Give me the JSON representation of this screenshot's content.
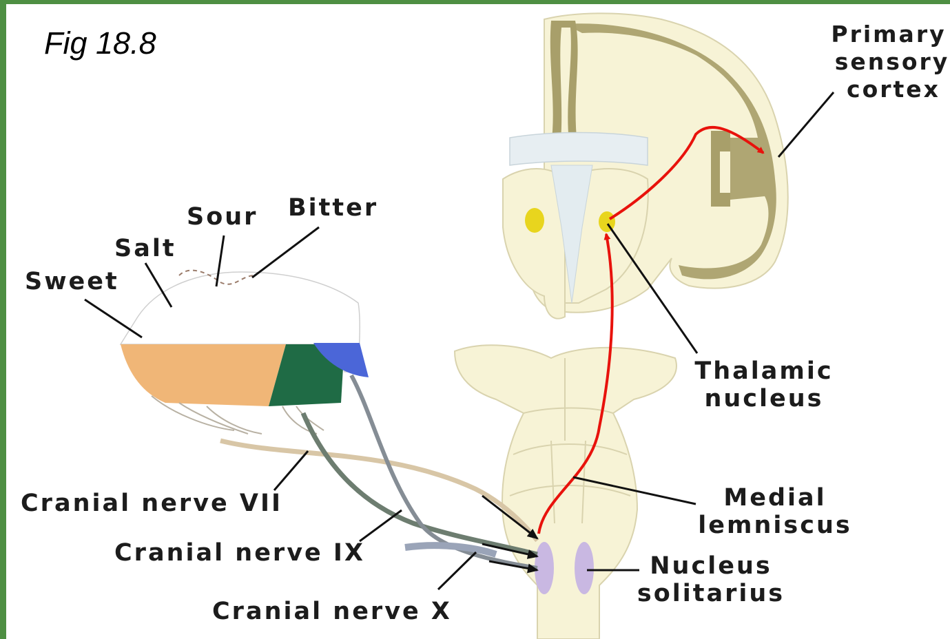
{
  "figure": {
    "caption": "Fig 18.8"
  },
  "labels": {
    "sweet": "Sweet",
    "salt": "Salt",
    "sour": "Sour",
    "bitter": "Bitter",
    "primary_sensory_cortex": [
      "Primary",
      "sensory",
      "cortex"
    ],
    "thalamic_nucleus": [
      "Thalamic",
      "nucleus"
    ],
    "medial_lemniscus": [
      "Medial",
      "lemniscus"
    ],
    "nucleus_solitarius": [
      "Nucleus",
      "solitarius"
    ],
    "cranial_nerve_vii": "Cranial nerve VII",
    "cranial_nerve_ix": "Cranial nerve IX",
    "cranial_nerve_x": "Cranial nerve X"
  },
  "colors": {
    "border": "#4e8f43",
    "brain_fill": "#f7f3d6",
    "cortex_gray": "#a89f6a",
    "pathway_red": "#e8120c",
    "tongue_orange": "#f0b677",
    "tongue_green": "#1f6b45",
    "tongue_blue": "#4b66d8",
    "thalamic_yellow": "#e8d51e",
    "nucleus_lavender": "#c9b8e2"
  }
}
